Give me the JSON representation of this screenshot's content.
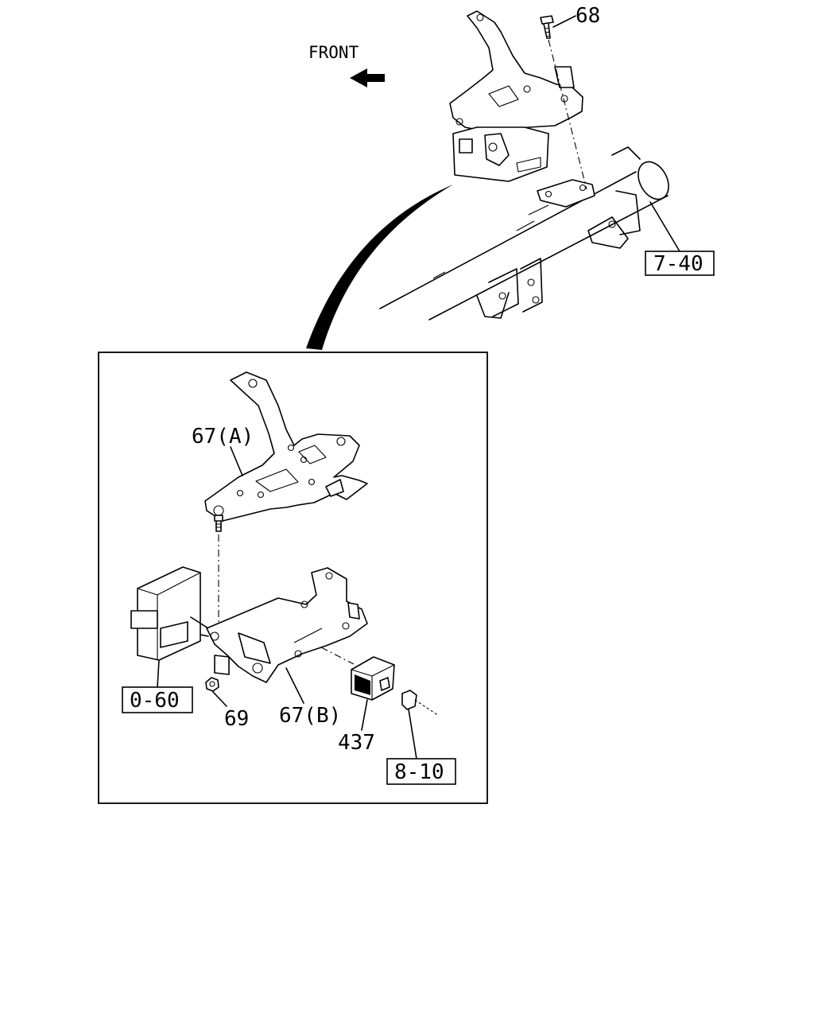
{
  "direction": {
    "label": "FRONT",
    "icon": "front-arrow-icon"
  },
  "callouts": {
    "p68": "68",
    "p67a": "67(A)",
    "p67b": "67(B)",
    "p69": "69",
    "p437": "437",
    "ref_7_40": "7-40",
    "ref_0_60": "0-60",
    "ref_8_10": "8-10"
  }
}
